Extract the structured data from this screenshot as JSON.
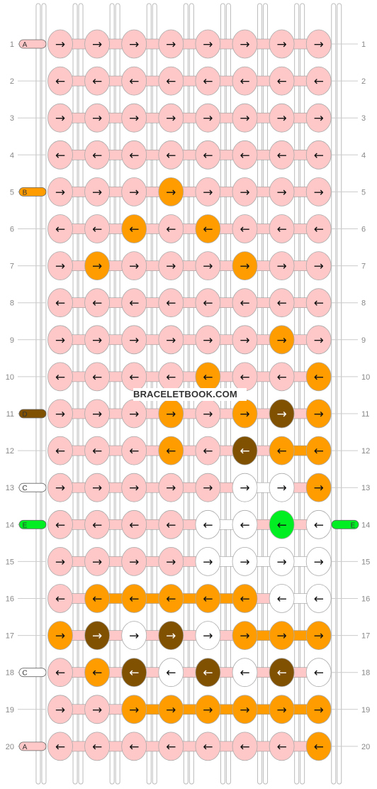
{
  "watermark": "BRACELETBOOK.COM",
  "rows": [
    "1",
    "2",
    "3",
    "4",
    "5",
    "6",
    "7",
    "8",
    "9",
    "10",
    "11",
    "12",
    "13",
    "14",
    "15",
    "16",
    "17",
    "18",
    "19",
    "20"
  ],
  "colors": {
    "A": "#ffc8c8",
    "B": "#ff9c00",
    "C": "#ffffff",
    "D": "#7f5100",
    "E": "#00ee22"
  },
  "string_labels": [
    {
      "row": 1,
      "side": "left",
      "letter": "A",
      "color": "A"
    },
    {
      "row": 5,
      "side": "left",
      "letter": "B",
      "color": "B"
    },
    {
      "row": 11,
      "side": "left",
      "letter": "D",
      "color": "D"
    },
    {
      "row": 13,
      "side": "left",
      "letter": "C",
      "color": "C"
    },
    {
      "row": 14,
      "side": "left",
      "letter": "E",
      "color": "E"
    },
    {
      "row": 14,
      "side": "right",
      "letter": "E",
      "color": "E"
    },
    {
      "row": 18,
      "side": "left",
      "letter": "C",
      "color": "C"
    },
    {
      "row": 20,
      "side": "left",
      "letter": "A",
      "color": "A"
    }
  ],
  "knots": [
    "AAAAAAAA",
    "AAAAAAAA",
    "AAAAAAAA",
    "AAAAAAAA",
    "AAABAAAA",
    "AABABAAA",
    "ABAAABAA",
    "AAAAAAAA",
    "AAAAAABA",
    "AAAABAAB",
    "AAABABDB",
    "AAABADBB",
    "AAAAACCB",
    "AAAACCEC",
    "AAAACCCC",
    "ABBBBBCC",
    "BDCDCBBB",
    "ABDCDCDC",
    "AABBBBBB",
    "AAAAAAAB"
  ],
  "arrow_icons": {
    "right": "→",
    "left": "←"
  }
}
